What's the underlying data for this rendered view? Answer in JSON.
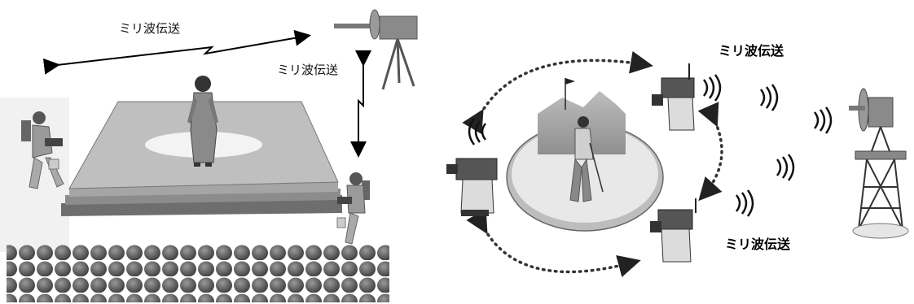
{
  "left_panel": {
    "label_top": "ミリ波伝送",
    "label_right": "ミリ波伝送"
  },
  "right_panel": {
    "label_top": "ミリ波伝送",
    "label_bottom": "ミリ波伝送"
  }
}
